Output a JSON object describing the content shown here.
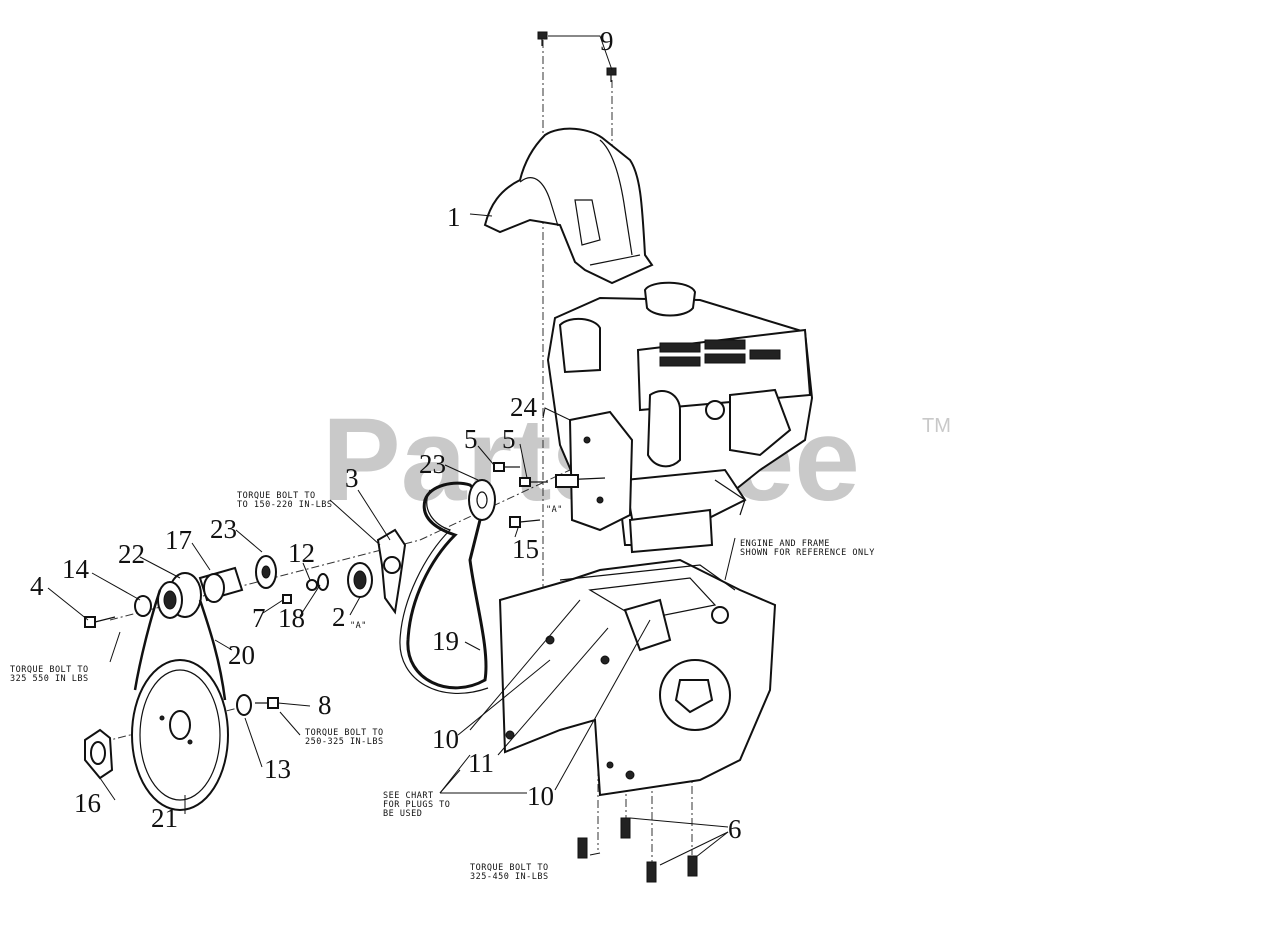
{
  "watermark": {
    "text": "PartsTree",
    "trademark": "TM"
  },
  "callouts": {
    "c1": "1",
    "c2": "2",
    "c3": "3",
    "c4": "4",
    "c5a": "5",
    "c5b": "5",
    "c6": "6",
    "c7": "7",
    "c8": "8",
    "c9": "9",
    "c10a": "10",
    "c10b": "10",
    "c11": "11",
    "c12": "12",
    "c13": "13",
    "c14": "14",
    "c15": "15",
    "c16": "16",
    "c17": "17",
    "c18": "18",
    "c19": "19",
    "c20": "20",
    "c21": "21",
    "c22": "22",
    "c23a": "23",
    "c23b": "23",
    "c24": "24"
  },
  "notes": {
    "torque_150_l1": "TORQUE BOLT TO",
    "torque_150_l2": "TO 150-220 IN-LBS",
    "torque_325_550_l1": "TORQUE BOLT TO",
    "torque_325_550_l2": "325 550 IN LBS",
    "torque_250_l1": "TORQUE BOLT TO",
    "torque_250_l2": "250-325 IN-LBS",
    "engine_frame_l1": "ENGINE AND FRAME",
    "engine_frame_l2": "SHOWN FOR REFERENCE ONLY",
    "see_chart_l1": "SEE CHART",
    "see_chart_l2": "FOR PLUGS TO",
    "see_chart_l3": "BE USED",
    "torque_325_450_l1": "TORQUE BOLT TO",
    "torque_325_450_l2": "325-450 IN-LBS",
    "ref_a1": "\"A\"",
    "ref_a2": "\"A\""
  }
}
